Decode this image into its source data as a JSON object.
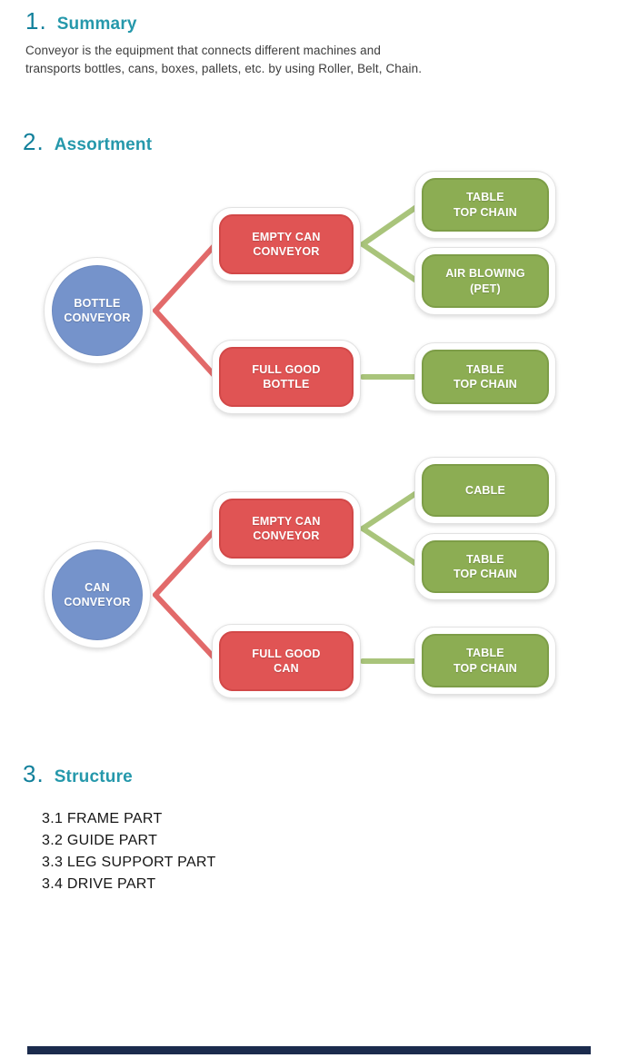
{
  "colors": {
    "heading_number_teal": "#12809b",
    "heading_title_teal": "#2598ab",
    "node_blue": "#7593cb",
    "node_red": "#e05454",
    "node_green": "#8cad53",
    "connector_red": "#e26a6a",
    "connector_green": "#a9c47b",
    "footer_navy": "#1b2b4d",
    "body_text": "#3d3d3d"
  },
  "summary_section": {
    "number": "1.",
    "title": "Summary",
    "body_lines": [
      "Conveyor is the equipment that connects different machines and",
      "transports bottles, cans, boxes, pallets, etc. by using Roller, Belt, Chain."
    ]
  },
  "assortment_section": {
    "number": "2.",
    "title": "Assortment",
    "bottle_diagram": {
      "root": "BOTTLE\nCONVEYOR",
      "branch_top": "EMPTY CAN\nCONVEYOR",
      "branch_bottom": "FULL GOOD\nBOTTLE",
      "leaf_top_1": "TABLE\nTOP CHAIN",
      "leaf_top_2": "AIR BLOWING\n(PET)",
      "leaf_bottom": "TABLE\nTOP CHAIN"
    },
    "can_diagram": {
      "root": "CAN\nCONVEYOR",
      "branch_top": "EMPTY CAN\nCONVEYOR",
      "branch_bottom": "FULL GOOD\nCAN",
      "leaf_top_1": "CABLE",
      "leaf_top_2": "TABLE\nTOP CHAIN",
      "leaf_bottom": "TABLE\nTOP CHAIN"
    }
  },
  "structure_section": {
    "number": "3.",
    "title": "Structure",
    "items": [
      "3.1 FRAME PART",
      "3.2 GUIDE PART",
      "3.3 LEG SUPPORT PART",
      "3.4 DRIVE PART"
    ]
  }
}
